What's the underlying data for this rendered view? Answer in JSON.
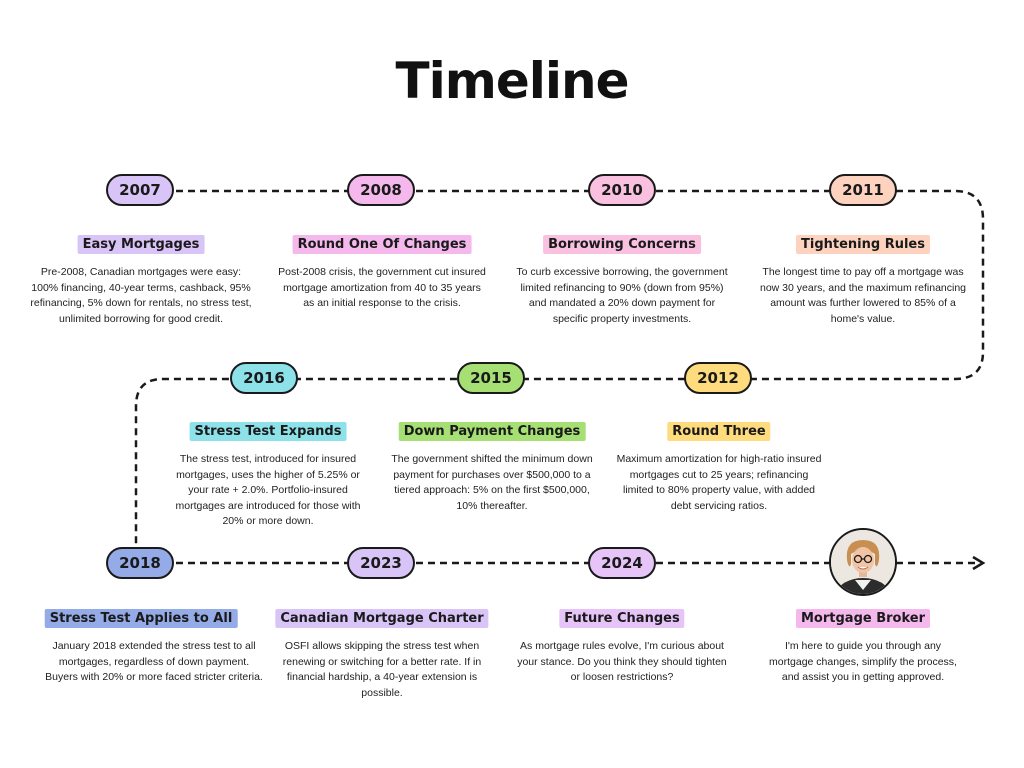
{
  "title": "Timeline",
  "colors": {
    "lavender": "#d8c4f7",
    "pink": "#f5b8ec",
    "rose": "#f9c0e0",
    "peach": "#fdd3c0",
    "cyan": "#8de2ea",
    "green": "#a6e075",
    "yellow": "#fedb7d",
    "blue": "#94abe8"
  },
  "events": [
    {
      "year": "2007",
      "label": "Easy Mortgages",
      "desc": "Pre-2008, Canadian mortgages were easy: 100% financing, 40-year terms, cashback, 95% refinancing, 5% down for rentals, no stress test, unlimited borrowing for good credit."
    },
    {
      "year": "2008",
      "label": "Round One Of Changes",
      "desc": "Post-2008 crisis, the government cut insured mortgage amortization from 40 to 35 years as an initial response to the crisis."
    },
    {
      "year": "2010",
      "label": "Borrowing Concerns",
      "desc": "To curb excessive borrowing, the government limited refinancing to 90% (down from 95%) and mandated a 20% down payment for specific property investments."
    },
    {
      "year": "2011",
      "label": "Tightening Rules",
      "desc": "The longest time to pay off a mortgage was now 30 years, and the maximum refinancing amount was further lowered to 85% of a home's value."
    },
    {
      "year": "2012",
      "label": "Round Three",
      "desc": "Maximum amortization for high-ratio insured mortgages cut to 25 years; refinancing limited to 80% property value, with added debt servicing ratios."
    },
    {
      "year": "2015",
      "label": "Down Payment Changes",
      "desc": "The government shifted the minimum down payment for purchases over $500,000 to a tiered approach: 5% on the first $500,000, 10% thereafter."
    },
    {
      "year": "2016",
      "label": "Stress Test Expands",
      "desc": "The stress test, introduced for insured mortgages, uses the higher of 5.25% or your rate + 2.0%. Portfolio-insured mortgages are introduced for those with 20% or more down."
    },
    {
      "year": "2018",
      "label": "Stress Test Applies to All",
      "desc": "January 2018 extended the stress test to all mortgages, regardless of down payment. Buyers with 20% or more faced stricter criteria."
    },
    {
      "year": "2023",
      "label": "Canadian Mortgage Charter",
      "desc": "OSFI allows skipping the stress test when renewing or switching for a better rate. If in financial hardship, a 40-year extension is possible."
    },
    {
      "year": "2024",
      "label": "Future Changes",
      "desc": "As mortgage rules evolve, I'm curious about your stance. Do you think they should tighten or loosen restrictions?"
    }
  ],
  "broker": {
    "label": "Mortgage Broker",
    "desc": "I'm here to guide you through any mortgage changes, simplify the process, and assist you in getting approved.",
    "avatar_icon": "person-portrait-icon"
  }
}
